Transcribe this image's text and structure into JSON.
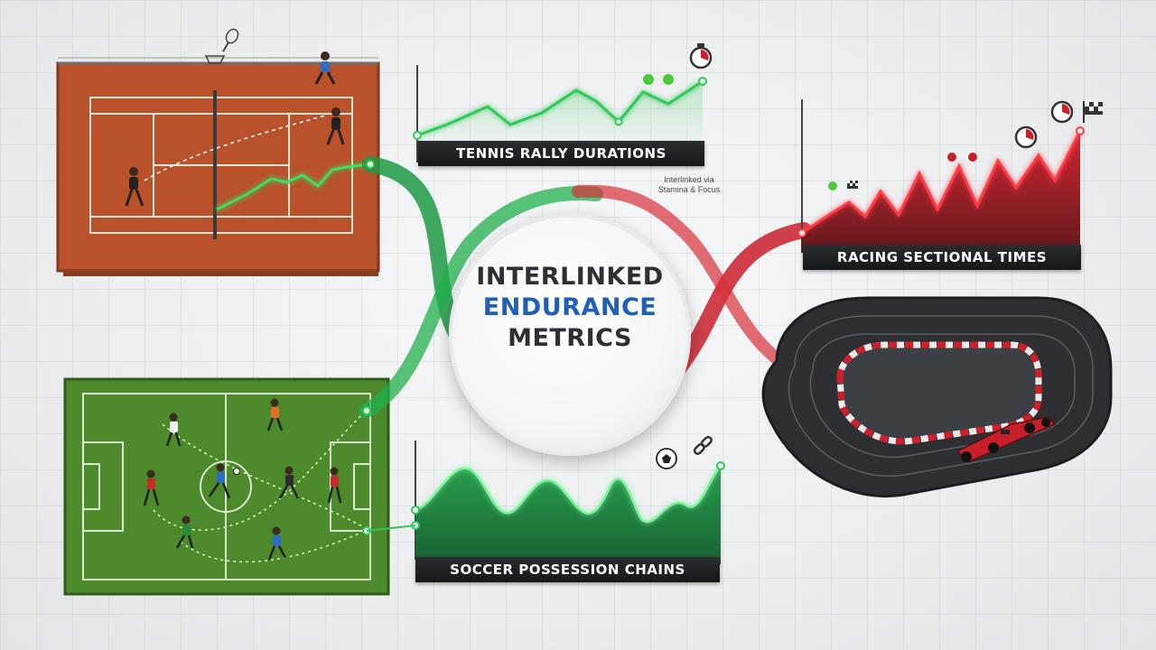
{
  "center": {
    "line1": "INTERLINKED",
    "line2": "ENDURANCE",
    "line3": "METRICS"
  },
  "note": {
    "line1": "Interlinked via",
    "line2": "Stamina & Focus"
  },
  "panels": {
    "tennis": {
      "label": "TENNIS RALLY DURATIONS",
      "color": "#27b24a"
    },
    "racing": {
      "label": "RACING SECTIONAL TIMES",
      "color": "#d0222c"
    },
    "soccer": {
      "label": "SOCCER POSSESSION CHAINS",
      "color": "#1f8f43"
    }
  },
  "icons": [
    "tennis-racket-icon",
    "stopwatch-icon",
    "tennis-ball-icon",
    "checkered-flag-icon",
    "soccer-ball-icon",
    "chain-link-icon",
    "race-car-icon"
  ]
}
